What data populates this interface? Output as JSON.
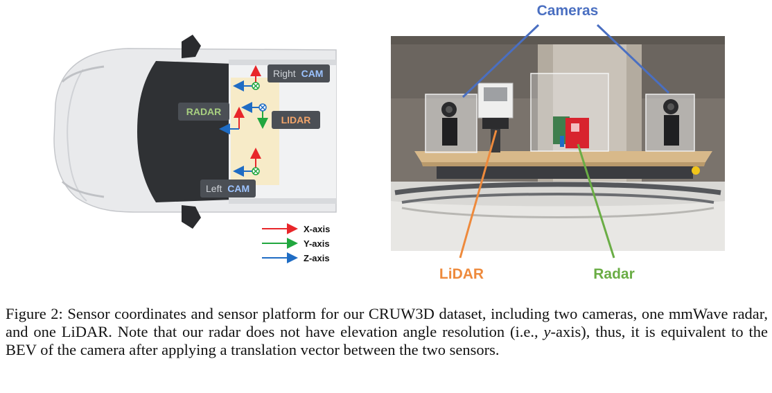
{
  "left_panel": {
    "labels": {
      "right_cam_prefix": "Right",
      "right_cam_suffix": "CAM",
      "left_cam_prefix": "Left",
      "left_cam_suffix": "CAM",
      "radar": "RADAR",
      "lidar": "LIDAR"
    },
    "legend": [
      {
        "label": "X-axis",
        "color": "#e8262a"
      },
      {
        "label": "Y-axis",
        "color": "#21a73f"
      },
      {
        "label": "Z-axis",
        "color": "#1f6cc4"
      }
    ]
  },
  "right_panel": {
    "labels": {
      "cameras": "Cameras",
      "lidar": "LiDAR",
      "radar": "Radar"
    },
    "colors": {
      "cameras": "#4a6fc1",
      "lidar": "#ee8a3c",
      "radar": "#6aad45"
    }
  },
  "caption": {
    "prefix": "Figure 2:",
    "text_part1": "Sensor coordinates and sensor platform for our CRUW3D dataset, including two cameras, one mmWave radar, and one LiDAR. Note that our radar does not have elevation angle resolution (i.e.,",
    "italic_y": "y",
    "text_part2": "-axis), thus, it is equivalent to the BEV of the camera after applying a translation vector between the two sensors."
  }
}
